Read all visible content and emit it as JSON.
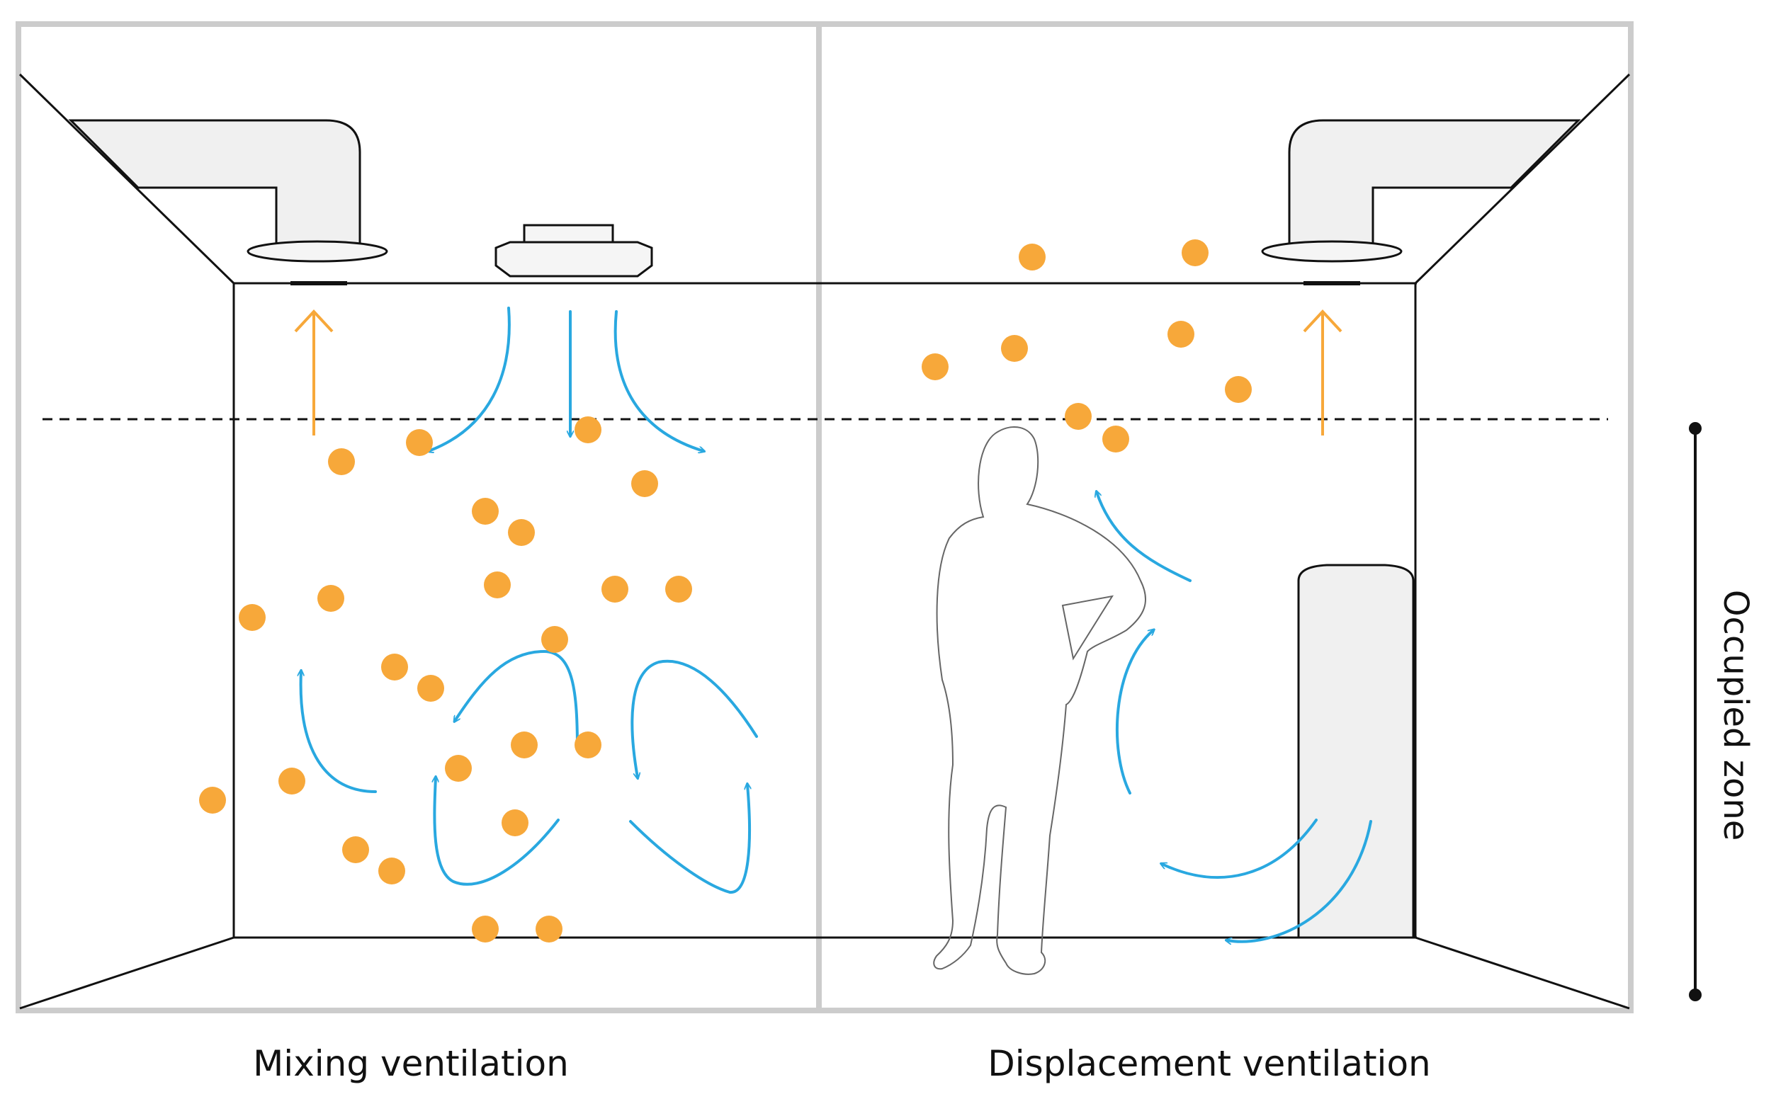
{
  "labels": {
    "left_caption": "Mixing ventilation",
    "right_caption": "Displacement ventilation",
    "zone_label": "Occupied zone"
  },
  "colors": {
    "particle": "#F7A83A",
    "airflow": "#29A8E0",
    "exhaust_arrow": "#F7A83A",
    "frame": "#CCCCCC",
    "duct_fill": "#F0F0F0",
    "line": "#111111"
  },
  "icons": {
    "contaminant": "orange-dot",
    "fresh_air": "blue-curved-arrow",
    "exhaust": "orange-up-arrow",
    "occupant": "person-outline-icon"
  }
}
